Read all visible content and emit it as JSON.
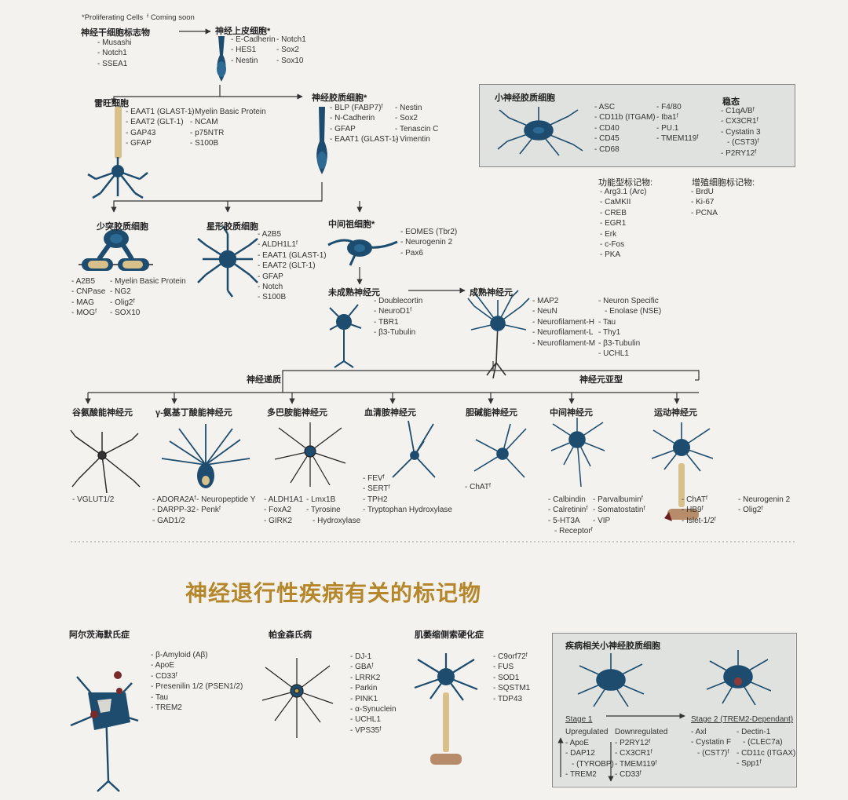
{
  "colors": {
    "cell": "#1d4c6e",
    "myelin": "#d8c08a",
    "title": "#b5862a",
    "box": "#dfe2df",
    "line": "#333333"
  },
  "legend": {
    "proliferating": "*Proliferating Cells",
    "coming_soon": "ᶠ Coming soon"
  },
  "stem": {
    "title": "神经干细胞标志物",
    "markers": [
      "Musashi",
      "Notch1",
      "SSEA1"
    ]
  },
  "neuroepithelial": {
    "title": "神经上皮细胞*",
    "markers_a": [
      "E-Cadherin",
      "HES1",
      "Nestin"
    ],
    "markers_b": [
      "Notch1",
      "Sox2",
      "Sox10"
    ]
  },
  "radial": {
    "title": "雷旺细胞",
    "markers_a": [
      "EAAT1 (GLAST-1)",
      "EAAT2 (GLT-1)",
      "GAP43",
      "GFAP"
    ],
    "markers_b": [
      "Myelin Basic Protein",
      "NCAM",
      "p75NTR",
      "S100B"
    ]
  },
  "glial": {
    "title": "神经胶质细胞*",
    "markers_a": [
      "BLP (FABP7)ᶠ",
      "N-Cadherin",
      "GFAP",
      "EAAT1 (GLAST-1)"
    ],
    "markers_b": [
      "Nestin",
      "Sox2",
      "Tenascin C",
      "Vimentin"
    ]
  },
  "microglia": {
    "title": "小神经胶质细胞",
    "markers_a": [
      "ASC",
      "CD11b (ITGAM)",
      "CD40",
      "CD45",
      "CD68"
    ],
    "markers_b": [
      "F4/80",
      "Iba1ᶠ",
      "PU.1",
      "TMEM119ᶠ"
    ],
    "homeo_title": "稳态",
    "markers_c": [
      "C1qA/Bᶠ",
      "CX3CR1ᶠ",
      "Cystatin 3",
      "(CST3)ᶠ",
      "P2RY12ᶠ"
    ]
  },
  "functional": {
    "title": "功能型标记物:",
    "markers": [
      "Arg3.1 (Arc)",
      "CaMKII",
      "CREB",
      "EGR1",
      "Erk",
      "c-Fos",
      "PKA"
    ]
  },
  "proliferation": {
    "title": "增殖细胞标记物:",
    "markers": [
      "BrdU",
      "Ki-67",
      "PCNA"
    ]
  },
  "oligo": {
    "title": "少突胶质细胞",
    "markers_a": [
      "A2B5",
      "CNPase",
      "MAG",
      "MOGᶠ"
    ],
    "markers_b": [
      "Myelin Basic Protein",
      "NG2",
      "Olig2ᶠ",
      "SOX10"
    ]
  },
  "astro": {
    "title": "星形胶质细胞",
    "markers": [
      "A2B5",
      "ALDH1L1ᶠ",
      "EAAT1 (GLAST-1)",
      "EAAT2 (GLT-1)",
      "GFAP",
      "Notch",
      "S100B"
    ]
  },
  "intermediate": {
    "title": "中间祖细胞*",
    "markers": [
      "EOMES (Tbr2)",
      "Neurogenin 2",
      "Pax6"
    ]
  },
  "immature": {
    "title": "未成熟神经元",
    "markers": [
      "Doublecortin",
      "NeuroD1ᶠ",
      "TBR1",
      "β3-Tubulin"
    ]
  },
  "mature": {
    "title": "成熟神经元",
    "markers_a": [
      "MAP2",
      "NeuN",
      "Neurofilament-H",
      "Neurofilament-L",
      "Neurofilament-M"
    ],
    "markers_b": [
      "Neuron Specific",
      "Enolase (NSE)",
      "Tau",
      "Thy1",
      "β3-Tubulin",
      "UCHL1"
    ]
  },
  "branch": {
    "transmitter": "神经递质",
    "subtype": "神经元亚型"
  },
  "subtypes": [
    {
      "title": "谷氨酸能神经元",
      "markers": [
        "VGLUT1/2"
      ]
    },
    {
      "title": "γ-氨基丁酸能神经元",
      "markers_a": [
        "ADORA2Aᶠ",
        "DARPP-32",
        "GAD1/2"
      ],
      "markers_b": [
        "Neuropeptide Y",
        "Penkᶠ"
      ]
    },
    {
      "title": "多巴胺能神经元",
      "markers_a": [
        "ALDH1A1",
        "FoxA2",
        "GIRK2"
      ],
      "markers_b": [
        "Lmx1B",
        "Tyrosine",
        "Hydroxylase"
      ]
    },
    {
      "title": "血清胺神经元",
      "markers": [
        "FEVᶠ",
        "SERTᶠ",
        "TPH2",
        "Tryptophan Hydroxylase"
      ]
    },
    {
      "title": "胆碱能神经元",
      "markers": [
        "ChATᶠ"
      ]
    },
    {
      "title": "中间神经元",
      "markers_a": [
        "Calbindin",
        "Calretininᶠ",
        "5-HT3A",
        "Receptorᶠ"
      ],
      "markers_b": [
        "Parvalbuminᶠ",
        "Somatostatinᶠ",
        "VIP"
      ]
    },
    {
      "title": "运动神经元",
      "markers_a": [
        "ChATᶠ",
        "HB9ᶠ",
        "Islet-1/2ᶠ"
      ],
      "markers_b": [
        "Neurogenin 2",
        "Olig2ᶠ"
      ]
    }
  ],
  "disease_title": "神经退行性疾病有关的标记物",
  "diseases": [
    {
      "title": "阿尔茨海默氏症",
      "markers": [
        "β-Amyloid (Aβ)",
        "ApoE",
        "CD33ᶠ",
        "Presenilin 1/2 (PSEN1/2)",
        "Tau",
        "TREM2"
      ]
    },
    {
      "title": "帕金森氏病",
      "markers": [
        "DJ-1",
        "GBAᶠ",
        "LRRK2",
        "Parkin",
        "PINK1",
        "α-Synuclein",
        "UCHL1",
        "VPS35ᶠ"
      ]
    },
    {
      "title": "肌萎缩侧索硬化症",
      "markers": [
        "C9orf72ᶠ",
        "FUS",
        "SOD1",
        "SQSTM1",
        "TDP43"
      ]
    }
  ],
  "dam": {
    "title": "疾病相关小神经胶质细胞",
    "stage1": "Stage 1",
    "stage2": "Stage 2 (TREM2-Dependant)",
    "up_title": "Upregulated",
    "up": [
      "ApoE",
      "DAP12",
      "(TYROBP)",
      "TREM2"
    ],
    "down_title": "Downregulated",
    "down": [
      "P2RY12ᶠ",
      "CX3CR1ᶠ",
      "TMEM119ᶠ",
      "CD33ᶠ"
    ],
    "s2_a": [
      "Axl",
      "Cystatin F",
      "(CST7)ᶠ"
    ],
    "s2_b": [
      "Dectin-1",
      "(CLEC7a)",
      "CD11c (ITGAX)",
      "Spp1ᶠ"
    ]
  }
}
